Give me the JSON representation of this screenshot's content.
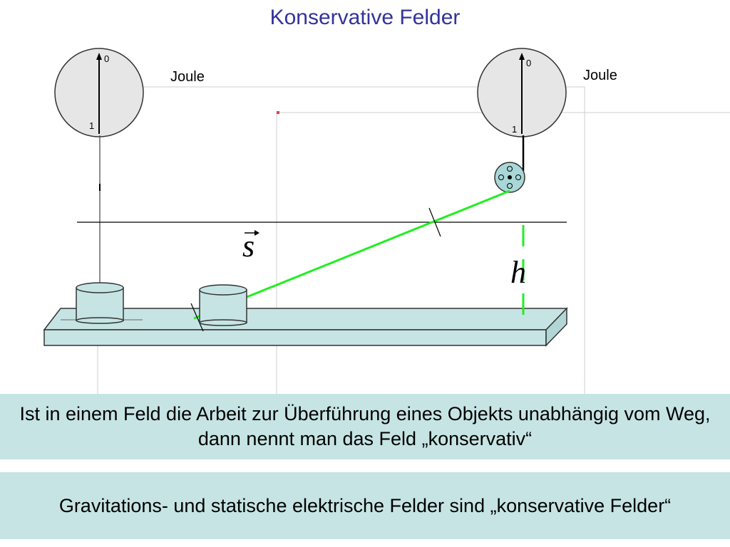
{
  "title": "Konservative Felder",
  "diagram": {
    "left_meter": {
      "label_top": "0",
      "label_bottom": "1",
      "unit": "Joule"
    },
    "right_meter": {
      "label_top": "0",
      "label_bottom": "1",
      "unit": "Joule"
    },
    "vector_symbol": "s",
    "height_symbol": "h",
    "colors": {
      "ramp_line": "#22ee22",
      "block_fill": "#c6e4e4",
      "dial_fill": "#e6e6e6",
      "title": "#33339a",
      "textbox_fill": "#c6e4e4"
    }
  },
  "statements": {
    "first": "Ist in einem Feld die Arbeit zur Überführung eines Objekts unabhängig vom Weg, dann nennt man das Feld „konservativ“",
    "second": "Gravitations- und statische elektrische Felder sind „konservative Felder“"
  }
}
